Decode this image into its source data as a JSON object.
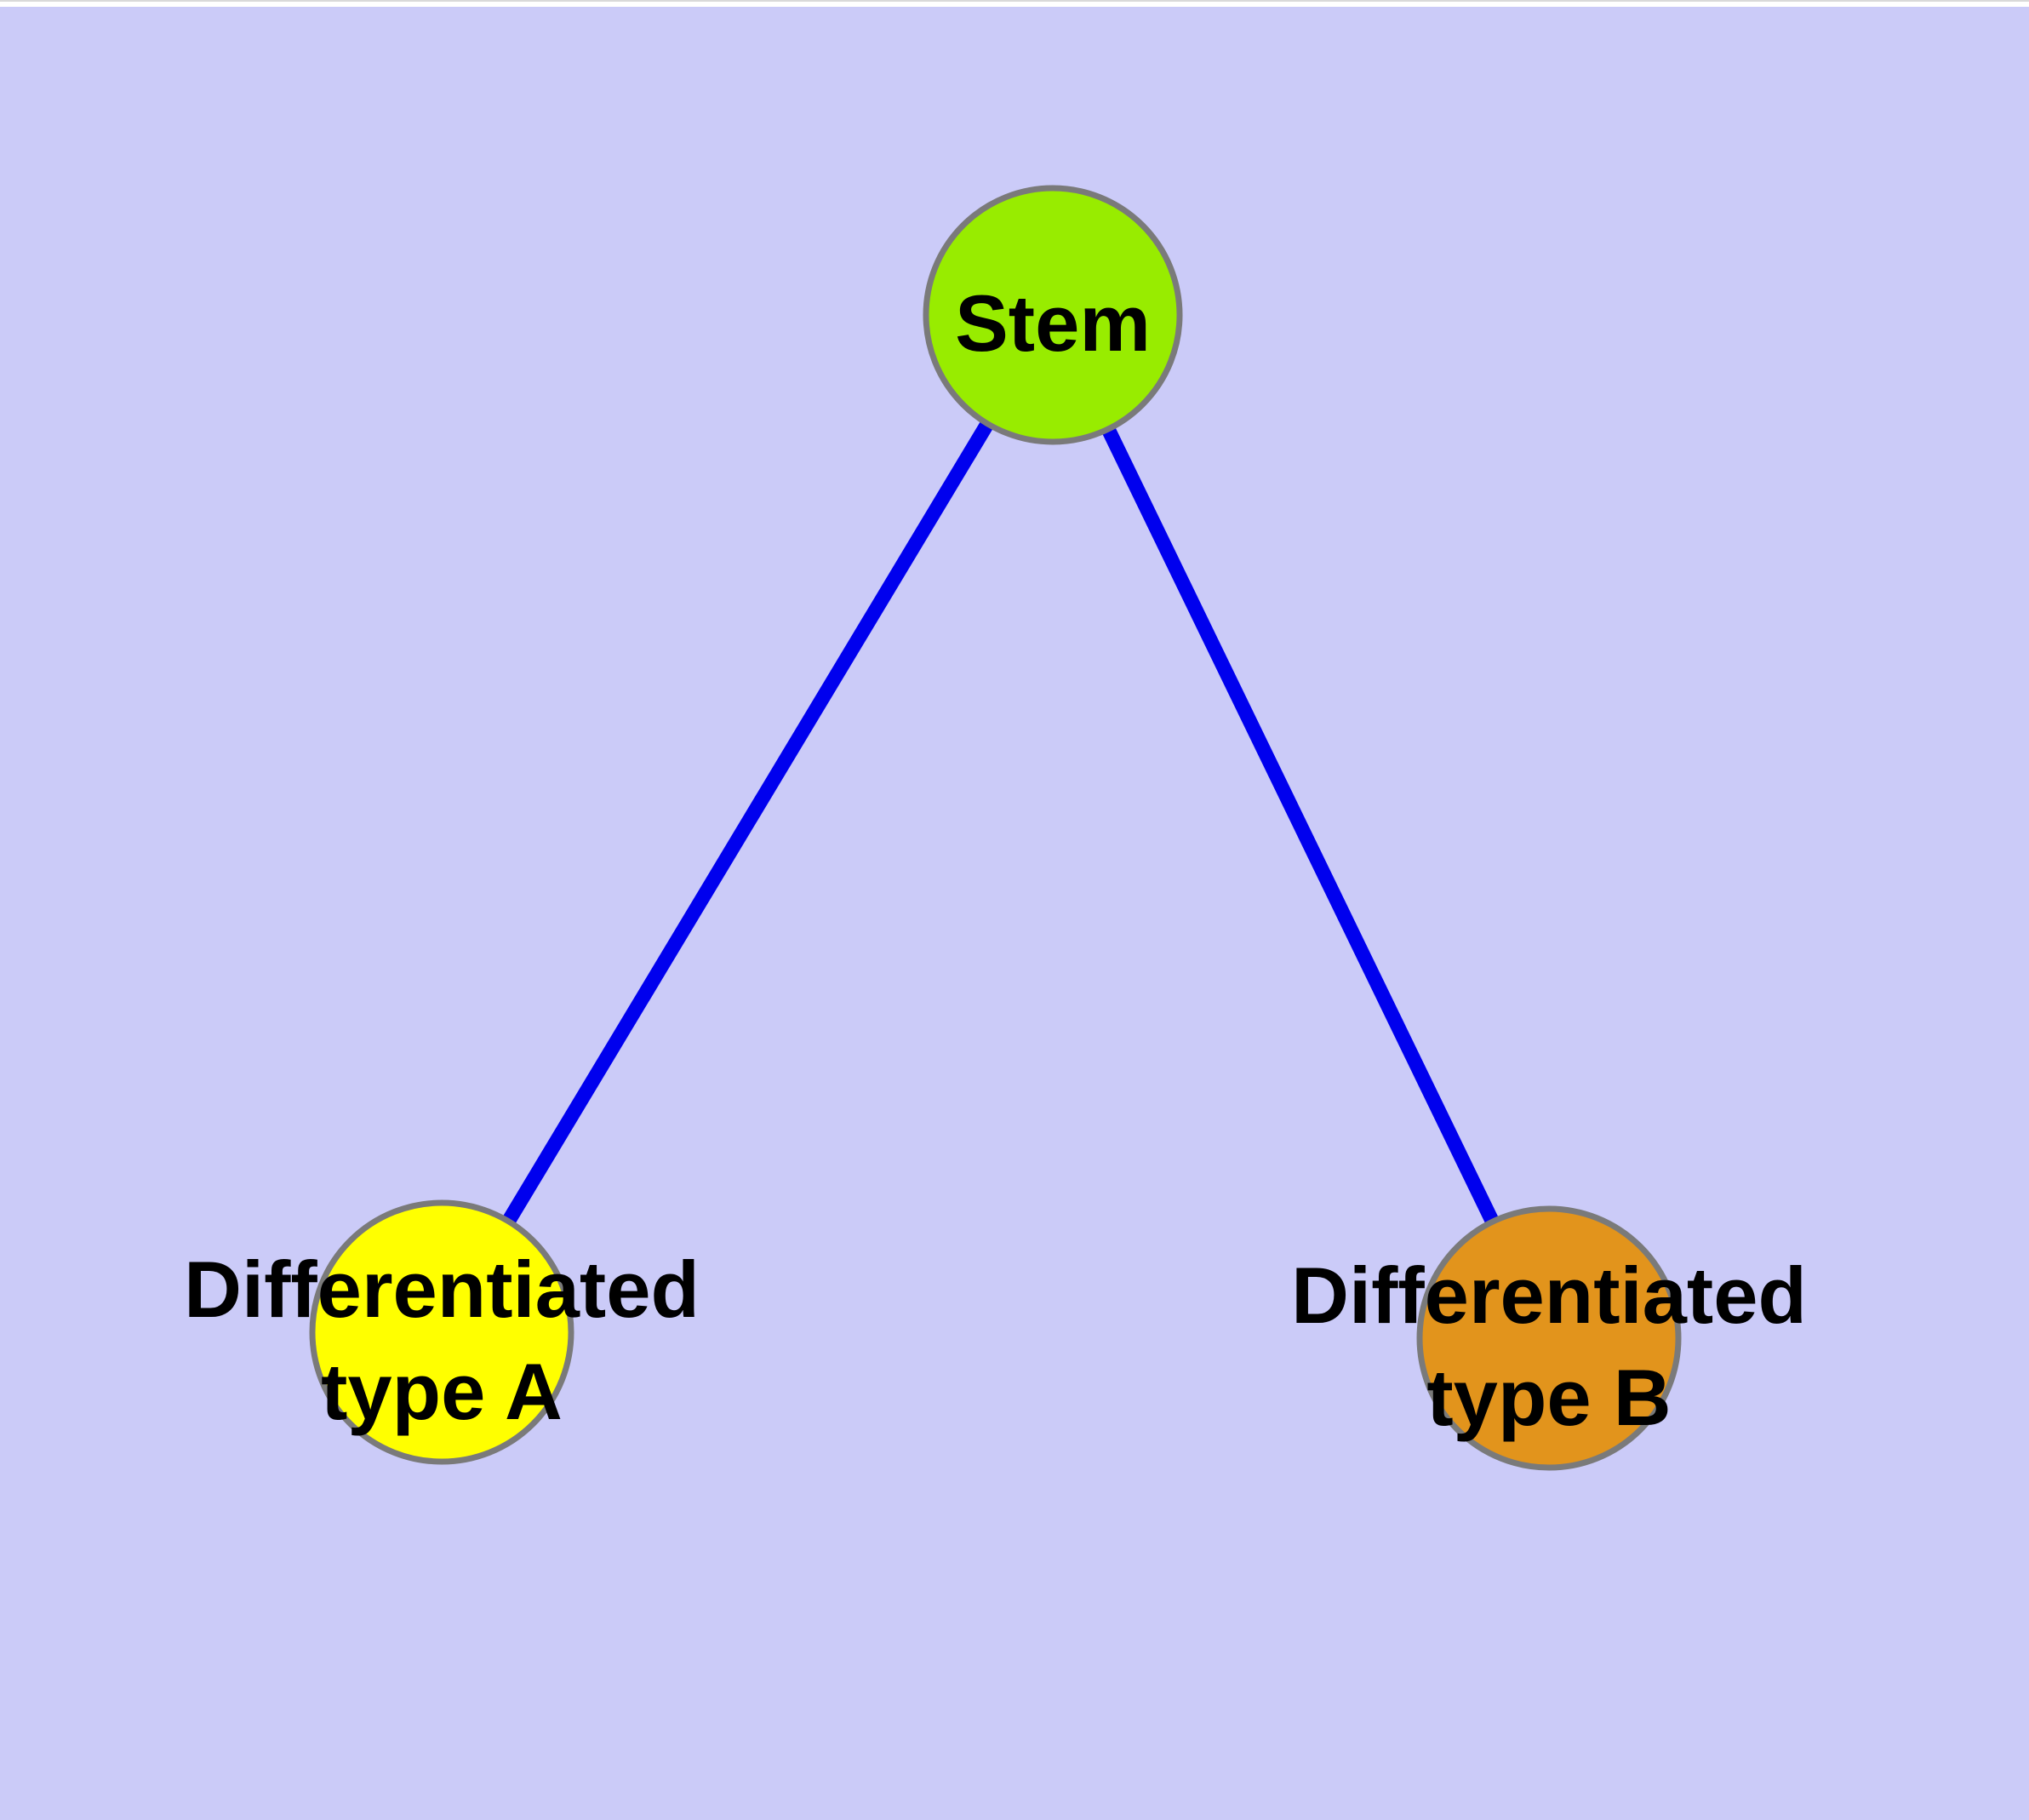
{
  "diagram": {
    "background_color": "#CBCBF8",
    "top_hairline_color": "#D9D9D9",
    "top_strip_color": "#FFFFFF",
    "edge_color": "#0000EE",
    "node_border_color": "#7A7A7A",
    "label_color": "#000000",
    "nodes": {
      "stem": {
        "label": "Stem",
        "color": "#98EC00"
      },
      "type_a": {
        "label_line1": "Differentiated",
        "label_line2": "type A",
        "color": "#FFFF00"
      },
      "type_b": {
        "label_line1": "Differentiated",
        "label_line2": "type B",
        "color": "#E2941C"
      }
    },
    "edges": [
      {
        "from": "Stem",
        "to": "Differentiated type A"
      },
      {
        "from": "Stem",
        "to": "Differentiated type B"
      }
    ]
  }
}
